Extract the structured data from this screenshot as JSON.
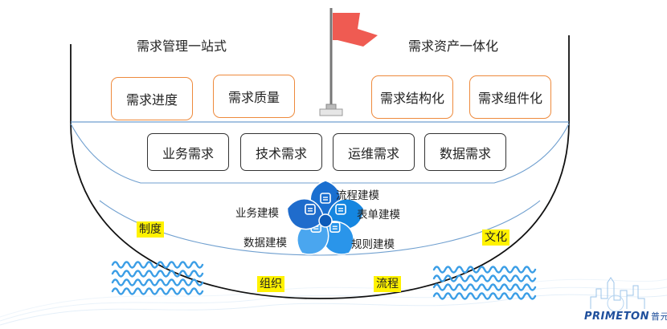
{
  "headings": {
    "left": "需求管理一站式",
    "right": "需求资产一体化"
  },
  "top_boxes": [
    "需求进度",
    "需求质量",
    "需求结构化",
    "需求组件化"
  ],
  "requirement_types": [
    "业务需求",
    "技术需求",
    "运维需求",
    "数据需求"
  ],
  "modeling": {
    "items": [
      "流程建模",
      "表单建模",
      "规则建模",
      "数据建模",
      "业务建模"
    ],
    "colors": [
      "#1a6fd0",
      "#1586e0",
      "#2a95ea",
      "#4aa6ef",
      "#1f6ccc"
    ]
  },
  "foundation": [
    "制度",
    "组织",
    "流程",
    "文化"
  ],
  "brand": {
    "name": "PRIMETON",
    "name_cn": "普元"
  },
  "colors": {
    "orange": "#ee8a3c",
    "waterline": "#6f9fcf",
    "yellow": "#fff200",
    "flag": "#ef5b52",
    "wave": "#3b9ee6"
  }
}
